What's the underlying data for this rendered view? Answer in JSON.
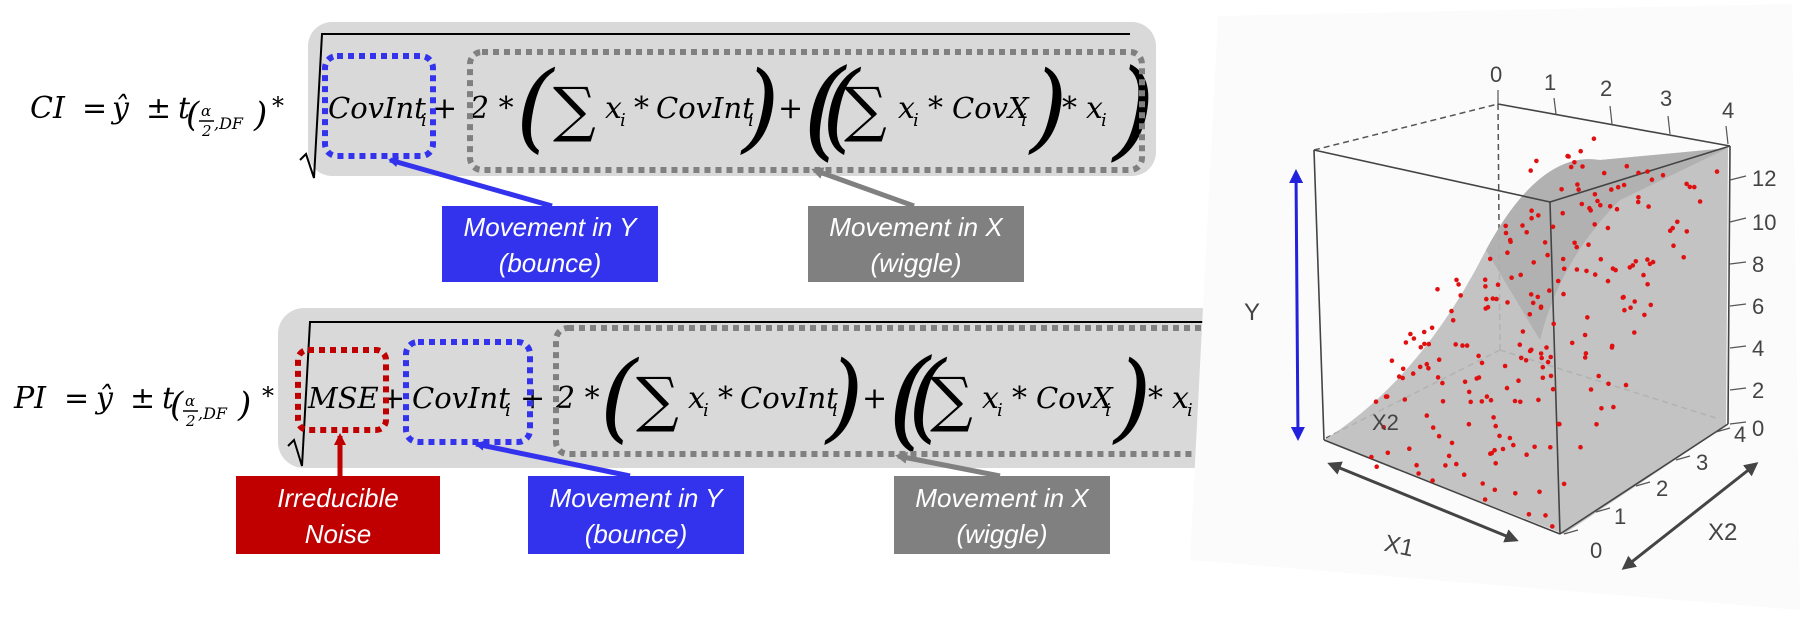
{
  "ci_formula": {
    "lhs": "CI",
    "eq": "=",
    "yhat": "ŷ",
    "pm": "±",
    "t": "t",
    "alpha": "α",
    "two": "2",
    "df": ",DF",
    "times": "*",
    "covint": "CovInt",
    "i_sub": "i",
    "plus": "+",
    "two_times": "2 *",
    "sum": "∑",
    "x": "x",
    "covx": "CovX"
  },
  "ci_labels": {
    "y_line1": "Movement in Y",
    "y_line2": "(bounce)",
    "x_line1": "Movement in X",
    "x_line2": "(wiggle)"
  },
  "pi_formula": {
    "lhs": "PI",
    "mse": "MSE"
  },
  "pi_labels": {
    "noise_line1": "Irreducible",
    "noise_line2": "Noise",
    "y_line1": "Movement in Y",
    "y_line2": "(bounce)",
    "x_line1": "Movement in X",
    "x_line2": "(wiggle)"
  },
  "plot": {
    "top_ticks": [
      "0",
      "1",
      "2",
      "3",
      "4"
    ],
    "right_ticks": [
      "12",
      "10",
      "8",
      "6",
      "4",
      "2",
      "0"
    ],
    "x2_ticks": [
      "4",
      "3",
      "2",
      "1",
      "0"
    ],
    "y_label": "Y",
    "x1_label": "X1",
    "x2_label": "X2",
    "x2_inner_label": "X2"
  },
  "colors": {
    "blue": "#3333ee",
    "gray": "#808080",
    "red": "#c00000",
    "panel": "#d9d9d9",
    "points": "#e01010"
  }
}
